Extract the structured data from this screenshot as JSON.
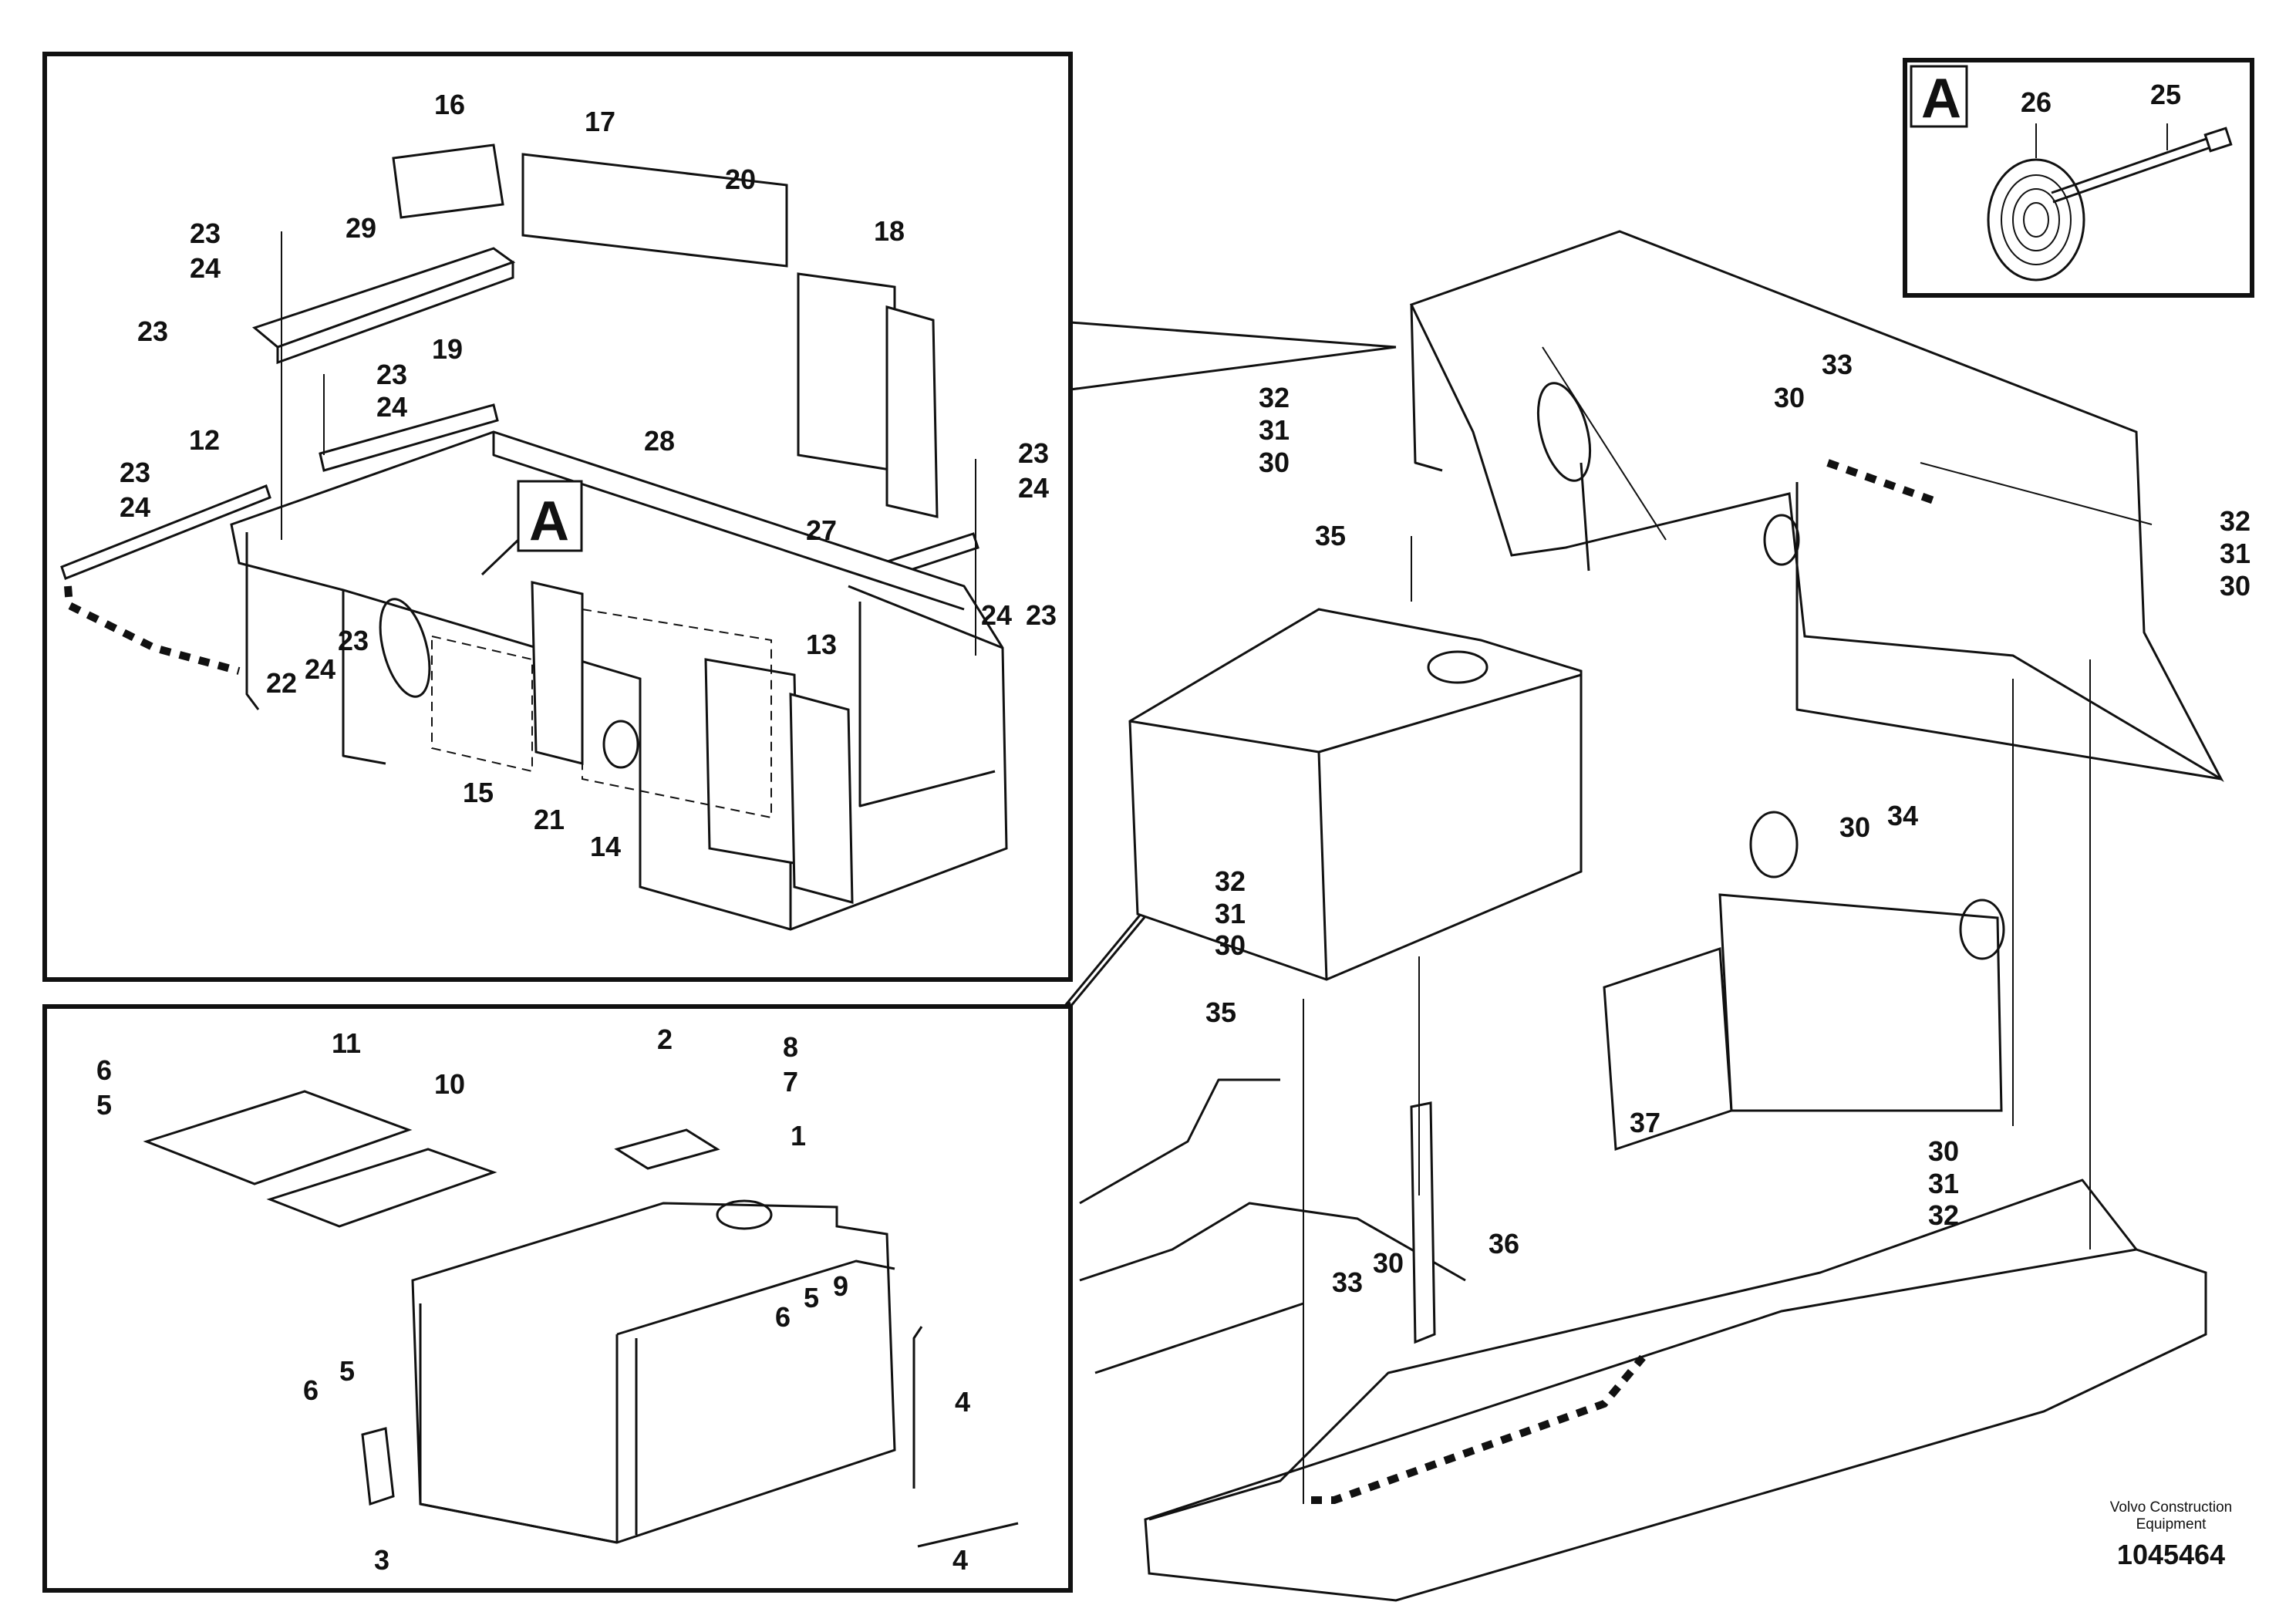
{
  "callouts": {
    "c1": "1",
    "c2": "2",
    "c3": "3",
    "c4a": "4",
    "c4b": "4",
    "c5a": "5",
    "c5b": "5",
    "c5c": "5",
    "c6a": "6",
    "c6b": "6",
    "c6c": "6",
    "c7": "7",
    "c8": "8",
    "c9": "9",
    "c10": "10",
    "c11": "11",
    "c12": "12",
    "c13": "13",
    "c14": "14",
    "c15": "15",
    "c16": "16",
    "c17": "17",
    "c18": "18",
    "c19": "19",
    "c20": "20",
    "c21": "21",
    "c22": "22",
    "c23a": "23",
    "c23b": "23",
    "c23c": "23",
    "c23d": "23",
    "c23e": "23",
    "c23f": "23",
    "c23g": "23",
    "c24a": "24",
    "c24b": "24",
    "c24c": "24",
    "c24d": "24",
    "c24e": "24",
    "c24f": "24",
    "c25": "25",
    "c26": "26",
    "c27": "27",
    "c28": "28",
    "c29": "29",
    "c30a": "30",
    "c30b": "30",
    "c30c": "30",
    "c30d": "30",
    "c30e": "30",
    "c30f": "30",
    "c30g": "30",
    "c31a": "31",
    "c31b": "31",
    "c31c": "31",
    "c31d": "31",
    "c32a": "32",
    "c32b": "32",
    "c32c": "32",
    "c32d": "32",
    "c33a": "33",
    "c33b": "33",
    "c34": "34",
    "c35a": "35",
    "c35b": "35",
    "c36": "36",
    "c37": "37"
  },
  "detail_marker": "A",
  "brand": {
    "line1": "Volvo Construction",
    "line2": "Equipment"
  },
  "drawing_number": "1045464"
}
